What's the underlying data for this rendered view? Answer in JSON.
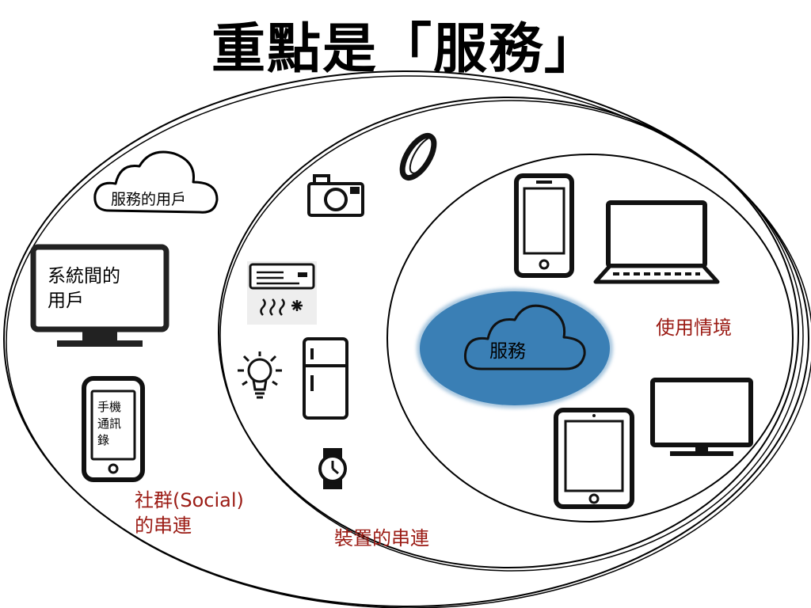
{
  "title": "重點是「服務」",
  "outer_circle": {
    "cloud_label": "服務的用戶",
    "monitor_label_line1": "系統間的",
    "monitor_label_line2": "用戶",
    "phone_label_line1": "手機",
    "phone_label_line2": "通訊",
    "phone_label_line3": "錄",
    "caption_line1": "社群(Social)",
    "caption_line2": "的串連"
  },
  "middle_circle": {
    "caption": "裝置的串連",
    "icons": [
      "ring-icon",
      "camera-icon",
      "air-conditioner-icon",
      "lightbulb-icon",
      "refrigerator-icon",
      "watch-icon"
    ]
  },
  "inner_circle": {
    "center_label": "服務",
    "caption": "使用情境",
    "icons": [
      "smartphone-icon",
      "laptop-icon",
      "tablet-icon",
      "desktop-monitor-icon"
    ]
  },
  "colors": {
    "caption_red": "#9b1b14",
    "service_blue": "#3a7fb5"
  }
}
